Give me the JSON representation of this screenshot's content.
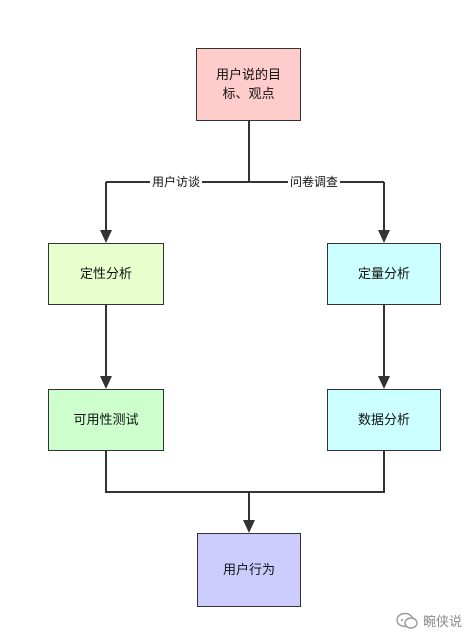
{
  "nodes": {
    "user_said": {
      "text": "用户说的目\n标、观点",
      "fill": "#ffcccc"
    },
    "qualitative": {
      "text": "定性分析",
      "fill": "#e6ffcc"
    },
    "quantitative": {
      "text": "定量分析",
      "fill": "#ccffff"
    },
    "usability": {
      "text": "可用性测试",
      "fill": "#ccffcc"
    },
    "data_analysis": {
      "text": "数据分析",
      "fill": "#ccffff"
    },
    "user_behavior": {
      "text": "用户行为",
      "fill": "#ccccff"
    }
  },
  "edges": {
    "left_label": "用户访谈",
    "right_label": "问卷调查"
  },
  "watermark": {
    "text": "畹侠说",
    "icon": "chat-bubble-icon"
  }
}
